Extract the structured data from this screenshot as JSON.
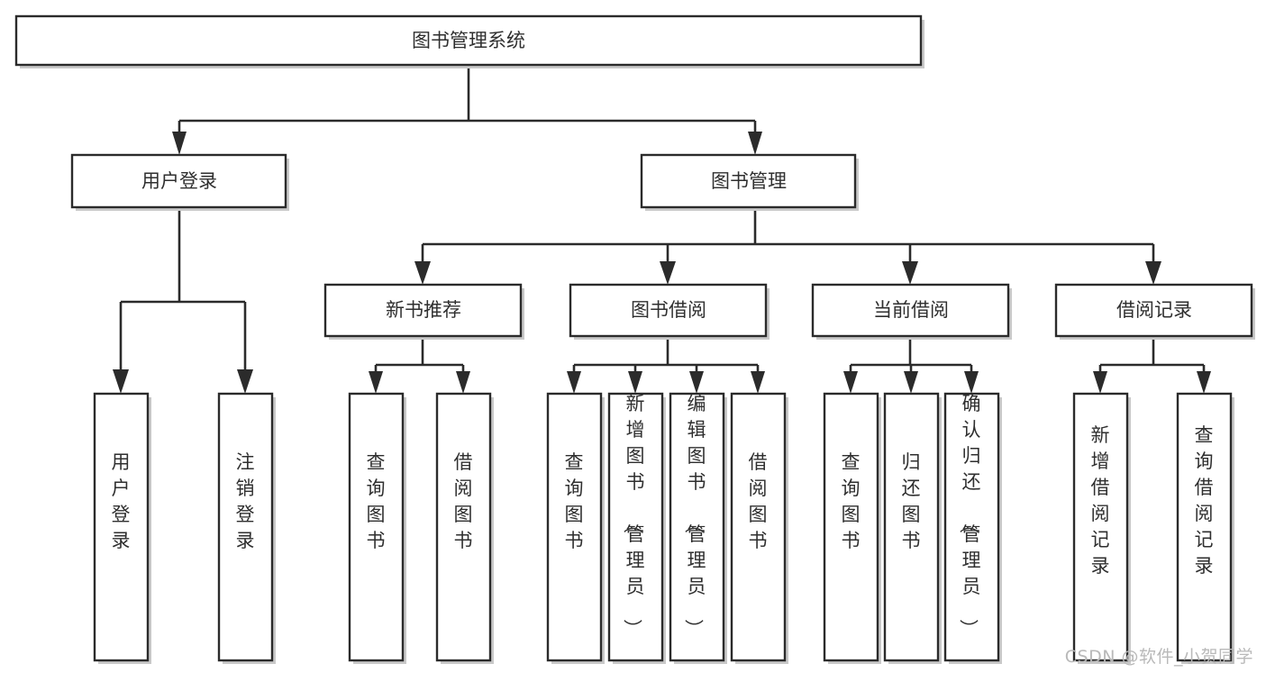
{
  "diagram": {
    "title": "图书管理系统",
    "type": "tree",
    "orientation": "top-down",
    "colors": {
      "box_stroke": "#2b2b2b",
      "box_fill": "#ffffff",
      "text": "#2f2f2f",
      "connector": "#2b2b2b",
      "shadow": "#c9c9c9",
      "watermark": "#b9b9b9",
      "background": "#ffffff"
    },
    "root": {
      "label": "图书管理系统"
    },
    "level2": [
      {
        "label": "用户登录"
      },
      {
        "label": "图书管理"
      }
    ],
    "level3": [
      {
        "label": "新书推荐"
      },
      {
        "label": "图书借阅"
      },
      {
        "label": "当前借阅"
      },
      {
        "label": "借阅记录"
      }
    ],
    "leaves": {
      "user_login": [
        {
          "label": "用户登录"
        },
        {
          "label": "注销登录"
        }
      ],
      "new_book_recommend": [
        {
          "label": "查询图书"
        },
        {
          "label": "借阅图书"
        }
      ],
      "book_borrow": [
        {
          "label": "查询图书"
        },
        {
          "label": "新增图书（管理员）"
        },
        {
          "label": "编辑图书（管理员）"
        },
        {
          "label": "借阅图书"
        }
      ],
      "current_borrow": [
        {
          "label": "查询图书"
        },
        {
          "label": "归还图书"
        },
        {
          "label": "确认归还（管理员）"
        }
      ],
      "borrow_record": [
        {
          "label": "新增借阅记录"
        },
        {
          "label": "查询借阅记录"
        }
      ]
    }
  },
  "watermark": {
    "text": "CSDN @软件_小贺同学"
  }
}
